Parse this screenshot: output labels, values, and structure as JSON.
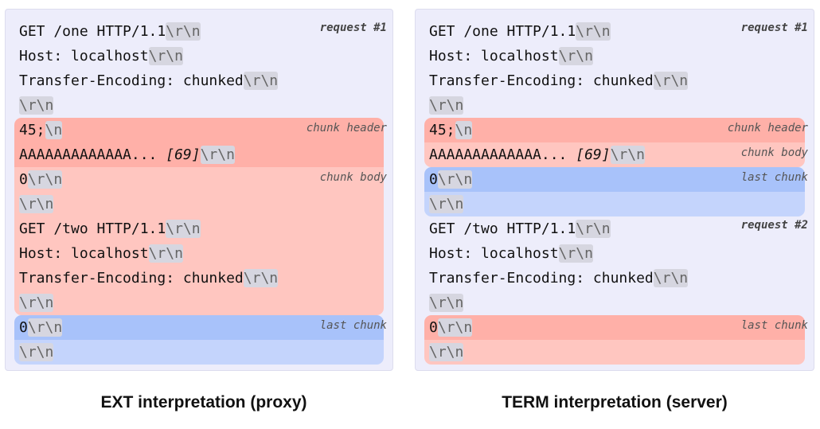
{
  "colors": {
    "panel_bg": "#ededfb",
    "chunk_header": "#ffb0a8",
    "chunk_body": "#ffc6c0",
    "last_chunk_dark": "#a8c2fa",
    "last_chunk_light": "#c4d4fc"
  },
  "escape_sequences": {
    "crlf": "\\r\\n",
    "lf": "\\n"
  },
  "captions": {
    "left": "EXT interpretation (proxy)",
    "right": "TERM interpretation (server)"
  },
  "left_panel": {
    "tags": {
      "request1": "request #1",
      "chunk_header": "chunk header",
      "chunk_body": "chunk body",
      "last_chunk": "last chunk"
    },
    "lines": [
      "GET /one HTTP/1.1",
      "Host: localhost",
      "Transfer-Encoding: chunked",
      "",
      "45;",
      "AAAAAAAAAAAAA...",
      "[69]",
      "0",
      "",
      "GET /two HTTP/1.1",
      "Host: localhost",
      "Transfer-Encoding: chunked",
      "",
      "0",
      ""
    ]
  },
  "right_panel": {
    "tags": {
      "request1": "request #1",
      "chunk_header": "chunk header",
      "chunk_body": "chunk body",
      "last_chunk": "last chunk",
      "request2": "request #2",
      "last_chunk_2": "last chunk"
    },
    "lines": [
      "GET /one HTTP/1.1",
      "Host: localhost",
      "Transfer-Encoding: chunked",
      "",
      "45;",
      "AAAAAAAAAAAAA...",
      "[69]",
      "0",
      "",
      "GET /two HTTP/1.1",
      "Host: localhost",
      "Transfer-Encoding: chunked",
      "",
      "0",
      ""
    ]
  }
}
